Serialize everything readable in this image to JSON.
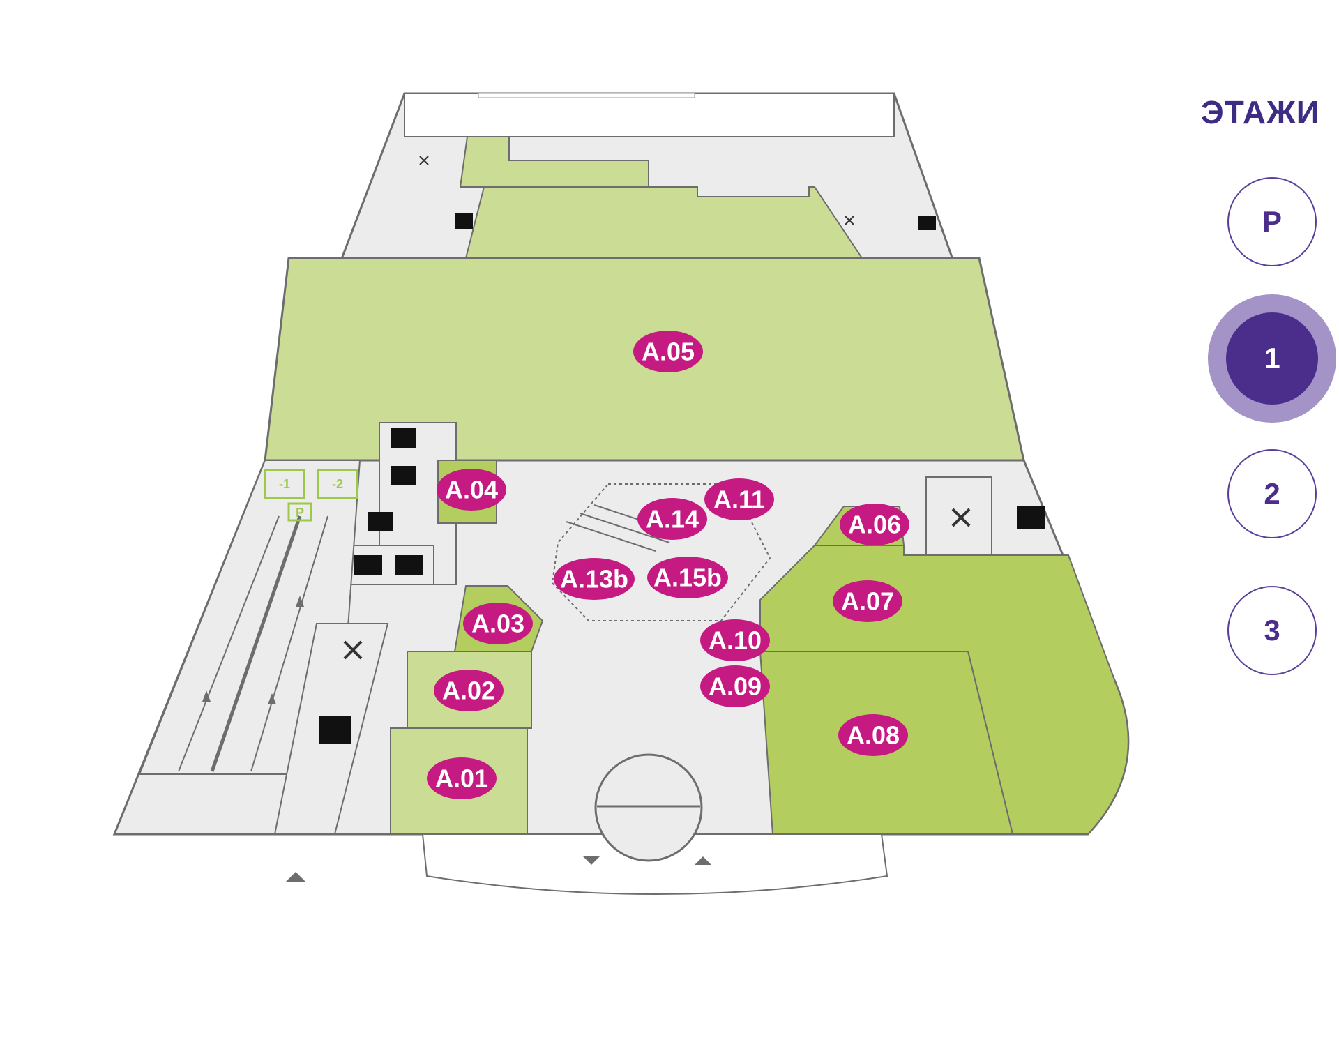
{
  "colors": {
    "room_green_light": "#cbdc95",
    "room_green_dark": "#b3cd5e",
    "corridor": "#ececec",
    "wall": "#6d6d6d",
    "label_pill": "#c61a83",
    "accent_purple": "#4b2d8c",
    "active_ring": "#a393c7"
  },
  "floor_selector": {
    "title": "ЭТАЖИ",
    "floors": [
      {
        "label": "P",
        "active": false
      },
      {
        "label": "1",
        "active": true
      },
      {
        "label": "2",
        "active": false
      },
      {
        "label": "3",
        "active": false
      }
    ]
  },
  "map": {
    "rooms": [
      {
        "id": "A.01",
        "label": "A.01"
      },
      {
        "id": "A.02",
        "label": "A.02"
      },
      {
        "id": "A.03",
        "label": "A.03"
      },
      {
        "id": "A.04",
        "label": "A.04"
      },
      {
        "id": "A.05",
        "label": "A.05"
      },
      {
        "id": "A.06",
        "label": "A.06"
      },
      {
        "id": "A.07",
        "label": "A.07"
      },
      {
        "id": "A.08",
        "label": "A.08"
      },
      {
        "id": "A.09",
        "label": "A.09"
      },
      {
        "id": "A.10",
        "label": "A.10"
      },
      {
        "id": "A.11",
        "label": "A.11"
      },
      {
        "id": "A.13b",
        "label": "A.13b"
      },
      {
        "id": "A.14",
        "label": "A.14"
      },
      {
        "id": "A.15b",
        "label": "A.15b"
      }
    ],
    "parking_signs": [
      "-1",
      "-2",
      "P"
    ],
    "icons": [
      "service-icon",
      "stairs-icon",
      "elevator-icon",
      "wheelchair-icon",
      "restroom-icon",
      "entrance-arrow-icon"
    ]
  }
}
